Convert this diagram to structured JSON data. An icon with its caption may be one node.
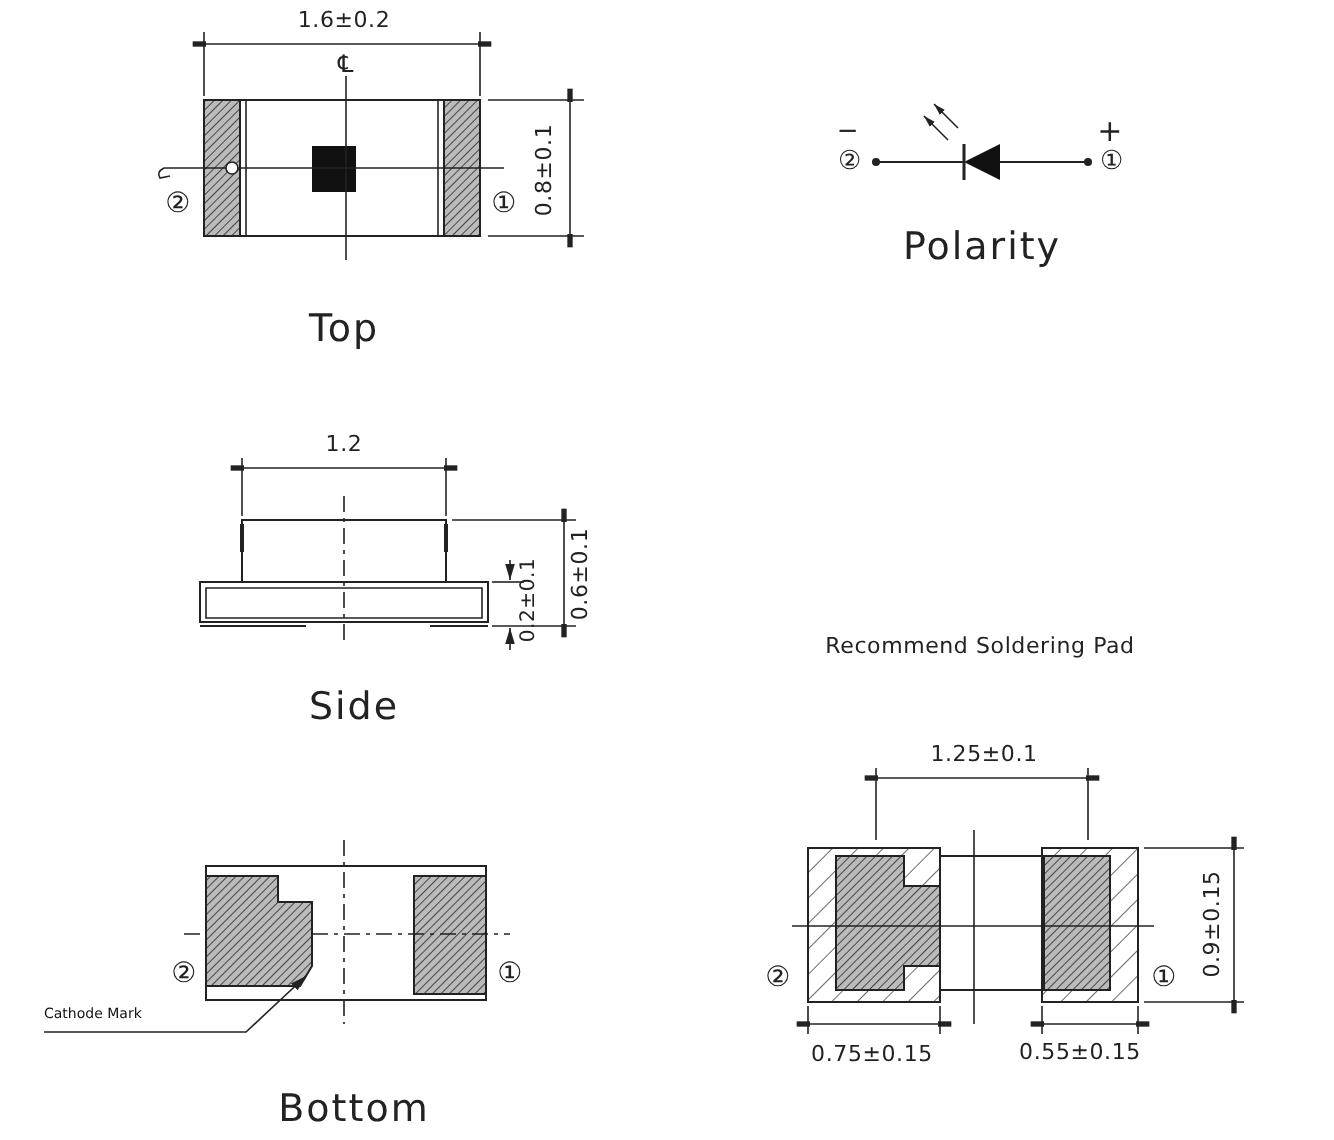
{
  "diagram": {
    "nodes": [
      {
        "text": [
          "Cathode Mark"
        ]
      },
      {
        "text": [],
        "shape": "box"
      }
    ],
    "edges": [
      {
        "from": 0,
        "to": 1,
        "arrow": "to"
      }
    ],
    "labels": [
      "1.6±0.2",
      "℄",
      "②",
      "①",
      "0.8±0.1",
      "Top",
      "−",
      "②",
      "+",
      "①",
      "Polarity",
      "1.2",
      "0.2±0.1",
      "0.6±0.1",
      "Side",
      "Recommend Soldering Pad",
      "1.25±0.1",
      "②",
      "①",
      "0.9±0.15",
      "②",
      "①",
      "0.75±0.15",
      "0.55±0.15",
      "Bottom"
    ]
  }
}
